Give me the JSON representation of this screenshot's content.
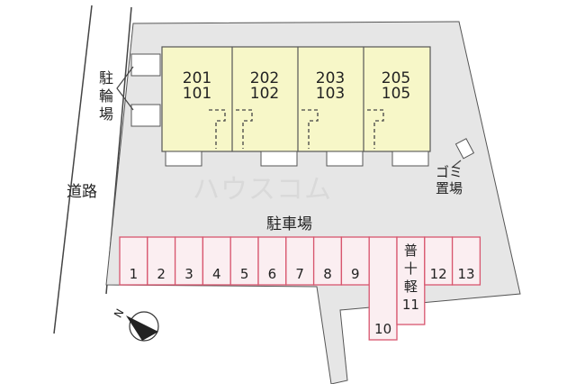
{
  "map": {
    "road_label": "道路",
    "bicycle_parking_label": "駐輪場",
    "garbage_area_label": "ゴミ置場",
    "parking_lot_label": "駐車場",
    "watermark": "ハウスコム",
    "north_mark": "N"
  },
  "building": {
    "units": [
      {
        "upper": "201",
        "lower": "101"
      },
      {
        "upper": "202",
        "lower": "102"
      },
      {
        "upper": "203",
        "lower": "103"
      },
      {
        "upper": "205",
        "lower": "105"
      }
    ]
  },
  "parking": {
    "spaces": [
      "1",
      "2",
      "3",
      "4",
      "5",
      "6",
      "7",
      "8",
      "9",
      "10",
      "普十軽11",
      "12",
      "13"
    ]
  },
  "colors": {
    "lot": "#e6e6e6",
    "building": "#f7f7c8",
    "parking_outline": "#d8566e",
    "parking_fill": "#fbeef1",
    "outline": "#444444"
  }
}
